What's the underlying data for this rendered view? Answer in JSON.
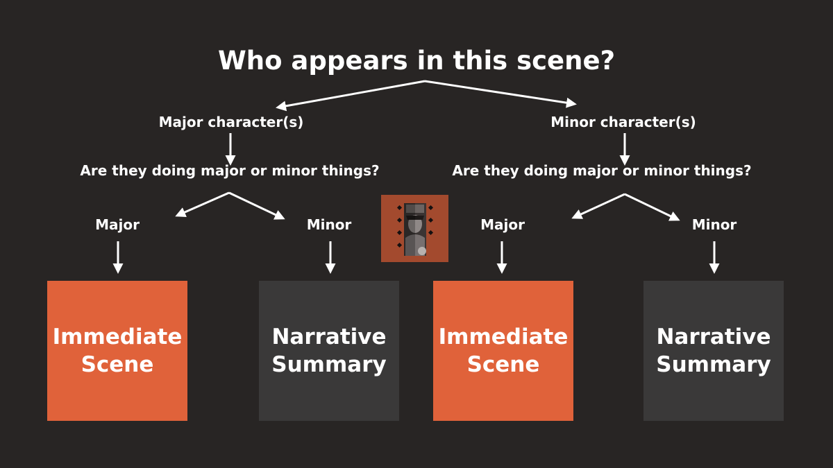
{
  "diagram": {
    "question": "Who appears in this scene?",
    "branches": [
      {
        "label": "Major character(s)",
        "sub_question": "Are they doing major or minor things?",
        "options": [
          {
            "label": "Major",
            "result": "Immediate\nScene",
            "style": "accent"
          },
          {
            "label": "Minor",
            "result": "Narrative\nSummary",
            "style": "neutral"
          }
        ]
      },
      {
        "label": "Minor character(s)",
        "sub_question": "Are they doing major or minor things?",
        "options": [
          {
            "label": "Major",
            "result": "Immediate\nScene",
            "style": "accent"
          },
          {
            "label": "Minor",
            "result": "Narrative\nSummary",
            "style": "neutral"
          }
        ]
      }
    ]
  },
  "colors": {
    "background": "#282524",
    "accent_box": "#e0623a",
    "neutral_box": "#3a3939",
    "logo_background": "#a34a2e",
    "text": "#ffffff"
  },
  "icons": {
    "logo": "portrait-logo-icon"
  }
}
